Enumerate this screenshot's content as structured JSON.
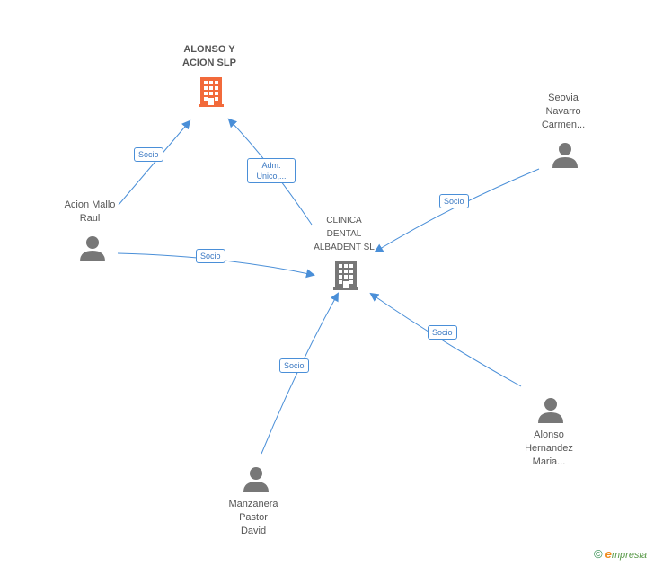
{
  "nodes": {
    "alonso_acion": "ALONSO Y\nACION SLP",
    "clinica": "CLINICA\nDENTAL\nALBADENT SL",
    "seovia": "Seovia\nNavarro\nCarmen...",
    "acion_mallo": "Acion Mallo\nRaul",
    "alonso_hernandez": "Alonso\nHernandez\nMaria...",
    "manzanera": "Manzanera\nPastor\nDavid"
  },
  "edges": {
    "e1": "Socio",
    "e2": "Adm.\nUnico,...",
    "e3": "Socio",
    "e4": "Socio",
    "e5": "Socio",
    "e6": "Socio"
  },
  "colors": {
    "company_main": "#f26a3b",
    "company": "#777777",
    "person": "#777777",
    "edge": "#4a8fd8"
  },
  "footer": {
    "copyright": "©",
    "brand_initial": "e",
    "brand_rest": "mpresia"
  }
}
